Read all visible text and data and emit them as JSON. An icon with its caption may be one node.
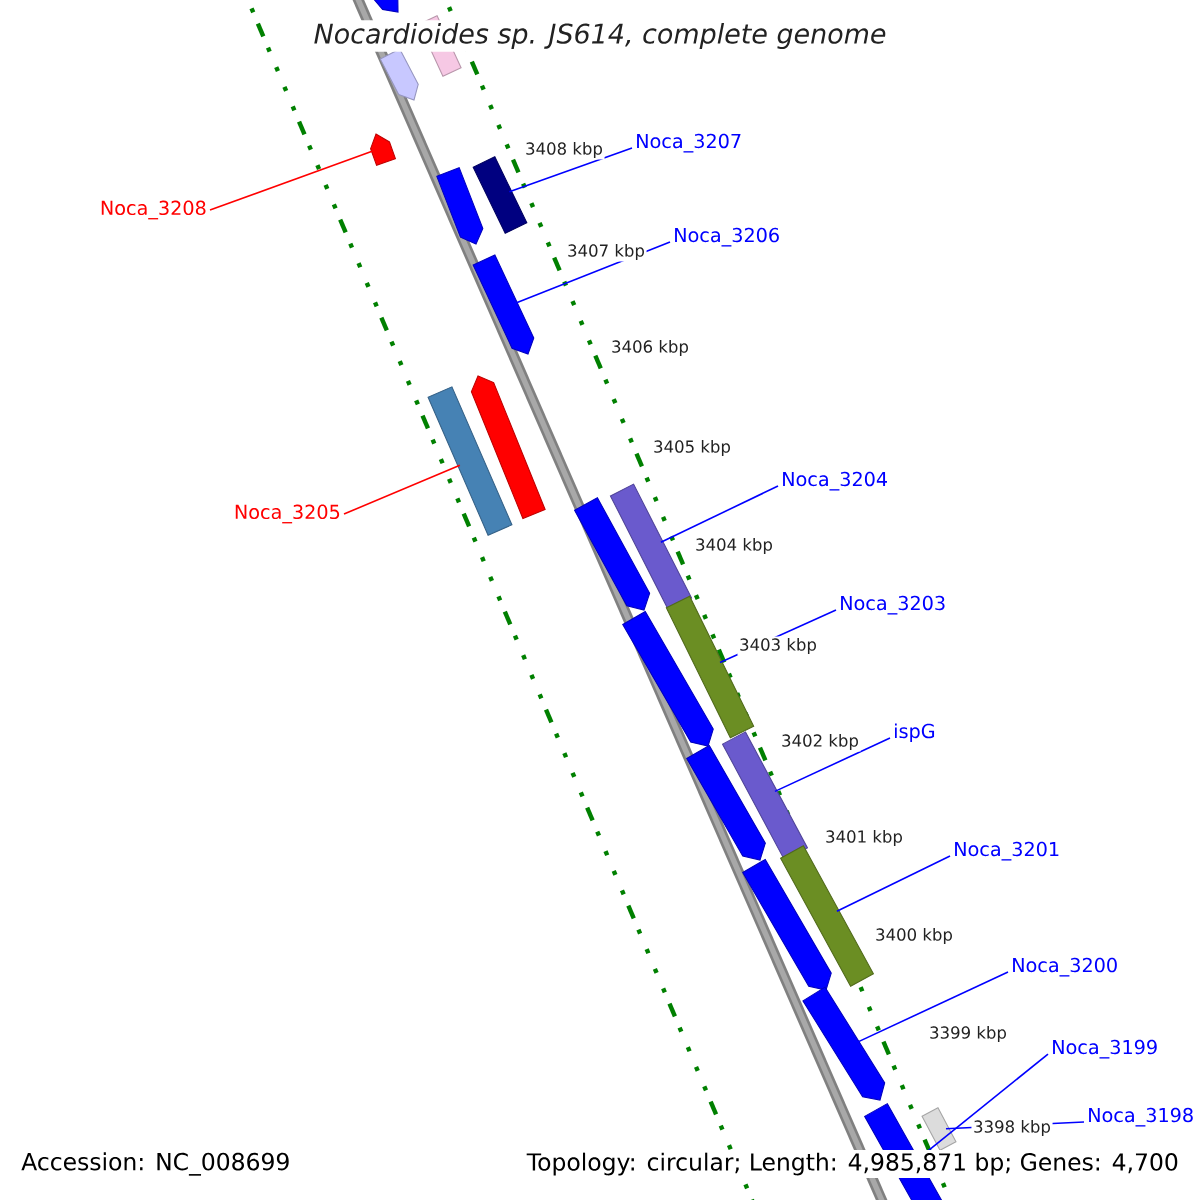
{
  "diagram": {
    "title": "Nocardioides sp. JS614, complete genome",
    "nodes": [
      {
        "text": [
          "Noca_3207"
        ]
      },
      {
        "text": [
          "Noca_3208"
        ]
      },
      {
        "text": [
          "Noca_3206"
        ]
      },
      {
        "text": [
          "Noca_3204"
        ]
      },
      {
        "text": [
          "Noca_3205"
        ]
      },
      {
        "text": [
          "Noca_3203"
        ]
      },
      {
        "text": [
          "ispG"
        ]
      },
      {
        "text": [
          "Noca_3201"
        ]
      },
      {
        "text": [
          "Noca_3200"
        ]
      },
      {
        "text": [
          "Noca_3199"
        ]
      },
      {
        "text": [
          "Noca_3198"
        ]
      },
      {
        "text": [],
        "shape": "pentagon"
      },
      {
        "text": [],
        "shape": "box"
      },
      {
        "text": [],
        "shape": "pentagon"
      },
      {
        "text": [],
        "shape": "pentagon"
      },
      {
        "text": [],
        "shape": "box"
      },
      {
        "text": [],
        "shape": "pentagon"
      },
      {
        "text": [],
        "shape": "pentagon"
      },
      {
        "text": [],
        "shape": "pentagon"
      },
      {
        "text": [],
        "shape": "box"
      },
      {
        "text": [],
        "shape": "box"
      },
      {
        "text": [],
        "shape": "pentagon"
      },
      {
        "text": [],
        "shape": "box"
      },
      {
        "text": [],
        "shape": "pentagon"
      },
      {
        "text": [],
        "shape": "box"
      },
      {
        "text": [],
        "shape": "pentagon"
      },
      {
        "text": [],
        "shape": "box"
      },
      {
        "text": [],
        "shape": "pentagon"
      },
      {
        "text": [],
        "shape": "pentagon"
      },
      {
        "text": [],
        "shape": "pentagon"
      },
      {
        "text": [],
        "shape": "box"
      }
    ],
    "edges": [
      {
        "from": 0,
        "to": 15,
        "arrow": "none"
      },
      {
        "from": 1,
        "to": 14,
        "arrow": "none",
        "color": "#ff0000"
      },
      {
        "from": 2,
        "to": 17,
        "arrow": "none"
      },
      {
        "from": 3,
        "to": 20,
        "arrow": "none"
      },
      {
        "from": 4,
        "to": 19,
        "arrow": "none",
        "color": "#ff0000"
      },
      {
        "from": 5,
        "to": 22,
        "arrow": "none"
      },
      {
        "from": 6,
        "to": 24,
        "arrow": "none"
      },
      {
        "from": 7,
        "to": 26,
        "arrow": "none"
      },
      {
        "from": 8,
        "to": 28,
        "arrow": "none"
      },
      {
        "from": 9,
        "to": 29,
        "arrow": "none"
      },
      {
        "from": 10,
        "to": 30,
        "arrow": "none"
      }
    ],
    "labels": [
      "3408 kbp",
      "3407 kbp",
      "3406 kbp",
      "3405 kbp",
      "3404 kbp",
      "3403 kbp",
      "3402 kbp",
      "3401 kbp",
      "3400 kbp",
      "3399 kbp",
      "3398 kbp",
      "Accession: NC_008699",
      "Topology: circular; Length: 4,985,871 bp; Genes: 4,700"
    ]
  }
}
